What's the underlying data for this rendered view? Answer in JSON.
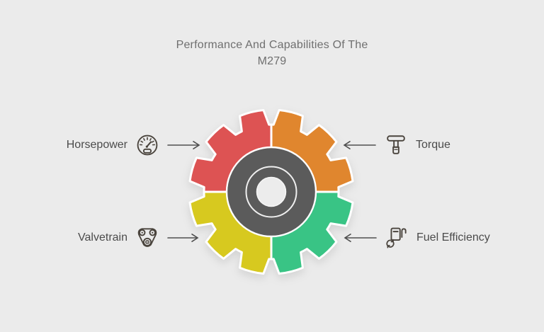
{
  "title": {
    "text": "Performance And Capabilities Of The M279"
  },
  "background_color": "#ebebeb",
  "title_color": "#6f6f6f",
  "label_color": "#4b4b4b",
  "gear": {
    "center_disc_color": "#5b5b5b",
    "hub_hole_color": "#ececec",
    "separator_color": "#ffffff",
    "quadrants": [
      {
        "id": "horsepower",
        "position": "top-left",
        "color": "#dd5353"
      },
      {
        "id": "torque",
        "position": "top-right",
        "color": "#e0862e"
      },
      {
        "id": "fuel-efficiency",
        "position": "bottom-right",
        "color": "#39c485"
      },
      {
        "id": "valvetrain",
        "position": "bottom-left",
        "color": "#d7c91f"
      }
    ]
  },
  "labels": [
    {
      "text": "Horsepower",
      "icon": "gauge-icon",
      "side": "left",
      "row": "top",
      "arrow": "right"
    },
    {
      "text": "Torque",
      "icon": "torque-wrench-icon",
      "side": "right",
      "row": "top",
      "arrow": "left"
    },
    {
      "text": "Valvetrain",
      "icon": "timing-chain-icon",
      "side": "left",
      "row": "bottom",
      "arrow": "right"
    },
    {
      "text": "Fuel Efficiency",
      "icon": "fuel-pump-icon",
      "side": "right",
      "row": "bottom",
      "arrow": "left"
    }
  ]
}
